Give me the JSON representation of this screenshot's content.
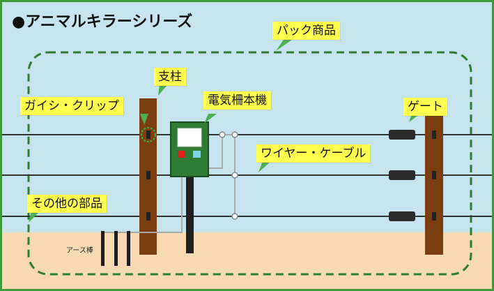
{
  "title": "●アニマルキラーシリーズ",
  "labels": {
    "pack": "パック商品",
    "post": "支柱",
    "insulator": "ガイシ・クリップ",
    "energizer": "電気柵本機",
    "gate": "ゲート",
    "wire": "ワイヤー・ケーブル",
    "other": "その他の部品",
    "ground_rod": "アース棒"
  },
  "colors": {
    "sky": "#c6e4ee",
    "ground": "#f7d9b2",
    "frame": "#3f9a3c",
    "dashed_outline": "#2e7d32",
    "post": "#7a3e10",
    "energizer_body": "#2f7d34",
    "callout": "#ffff4d",
    "callout_pointer": "#4caf50",
    "wire": "#333333",
    "red_terminal": "#e0201a",
    "blue_terminal": "#7fd3e8"
  },
  "icons": {
    "insulator_highlight": "dashed-circle"
  }
}
